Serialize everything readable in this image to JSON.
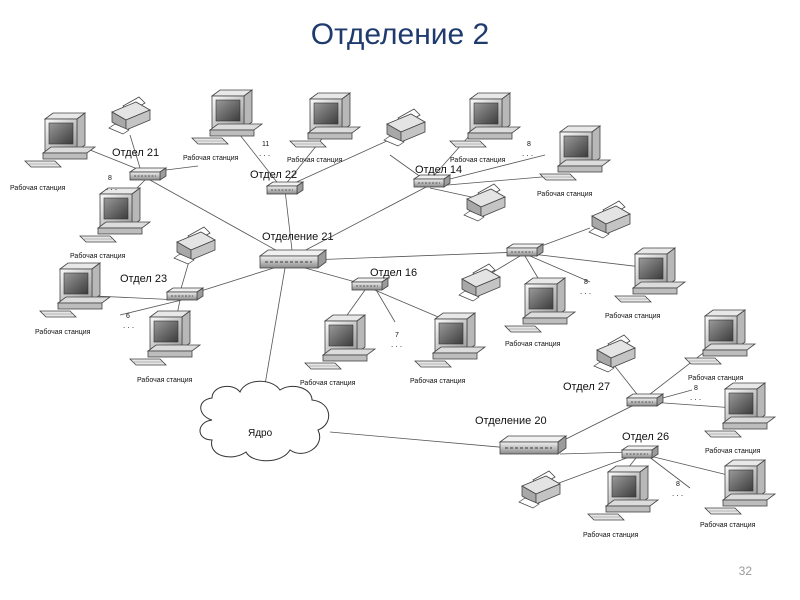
{
  "slide": {
    "title": "Отделение 2",
    "page_number": "32"
  },
  "labels": {
    "dept21": "Отдел 21",
    "dept22": "Отдел 22",
    "dept14": "Отдел 14",
    "dept23": "Отдел 23",
    "dept16": "Отдел 16",
    "dept27": "Отдел 27",
    "dept26": "Отдел 26",
    "branch21": "Отделение 21",
    "branch20": "Отделение 20",
    "core": "Ядро"
  },
  "workstation_label": "Рабочая станция",
  "ellipsis": ". . .",
  "counts": {
    "d21": "8",
    "d22": "11",
    "d14": "8",
    "d23": "6",
    "d16": "7",
    "e1": "8",
    "d27": "8",
    "d26": "8"
  },
  "colors": {
    "title": "#1f3b6e",
    "line": "#555555"
  }
}
